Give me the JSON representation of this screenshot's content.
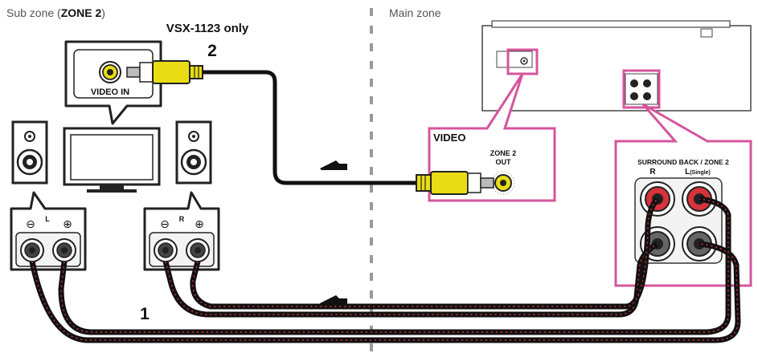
{
  "zones": {
    "sub_prefix": "Sub zone (",
    "sub_bold": "ZONE 2",
    "sub_suffix": ")",
    "main": "Main zone"
  },
  "labels": {
    "model_note": "VSX-1123 only",
    "step_video": "2",
    "step_speaker": "1",
    "video_in": "VIDEO IN",
    "video": "VIDEO",
    "zone2_out_line1": "ZONE 2",
    "zone2_out_line2": "OUT",
    "surround_back": "SURROUND BACK / ZONE 2",
    "ch_r": "R",
    "ch_l": "L",
    "ch_l_single": "(Single)",
    "left_speaker_ch": "L",
    "right_speaker_ch": "R",
    "minus": "⊖",
    "plus": "⊕"
  },
  "colors": {
    "magenta": "#d6549c",
    "cable": "#111111",
    "rca_yellow": "#e8dc14",
    "terminal_red": "#d8323c",
    "divider": "#999999"
  }
}
